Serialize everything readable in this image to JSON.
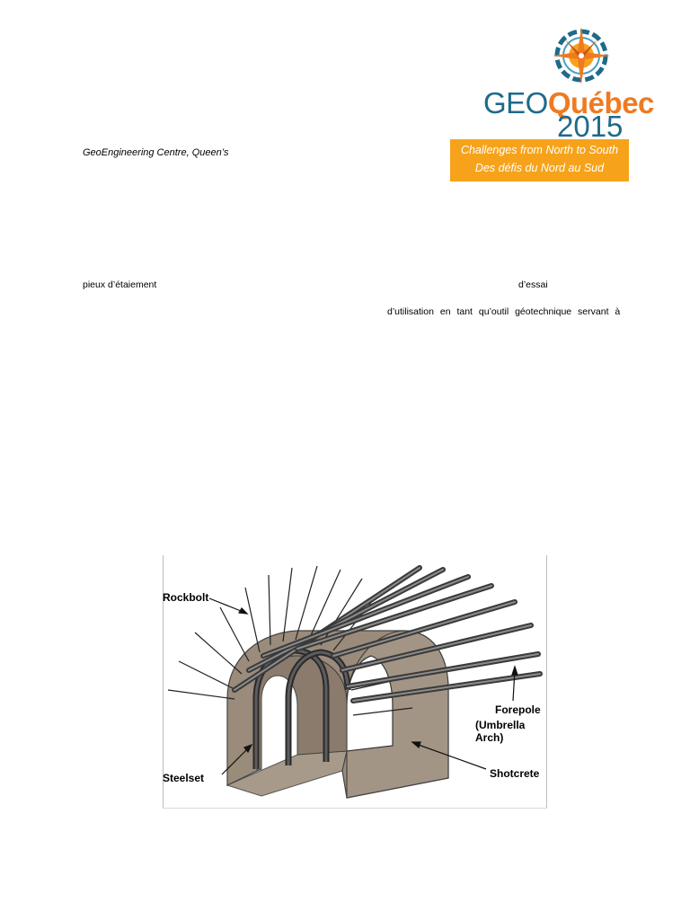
{
  "header": {
    "affiliation": "GeoEngineering Centre, Queen’s"
  },
  "logo": {
    "geo": "GEO",
    "quebec": "Québec",
    "year": "2015",
    "tagline_en": "Challenges from North to South",
    "tagline_fr": "Des défis du Nord au Sud",
    "colors": {
      "blue": "#1e6a8a",
      "orange": "#ef7a22",
      "banner": "#f6a31b"
    }
  },
  "body": {
    "fragment_1": "pieux d’étaiement",
    "fragment_2": "d’essai",
    "fragment_3": "d’utilisation en tant qu’outil géotechnique servant à"
  },
  "figure": {
    "labels": {
      "rockbolt": "Rockbolt",
      "forepole_line1": "Forepole",
      "forepole_line2": "(Umbrella Arch)",
      "steelset": "Steelset",
      "shotcrete": "Shotcrete"
    }
  }
}
